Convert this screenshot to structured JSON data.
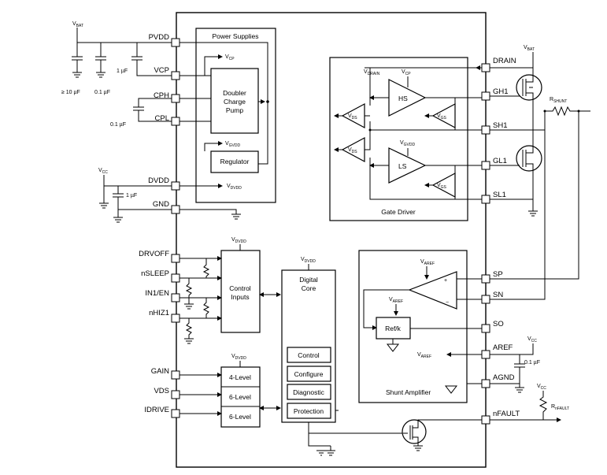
{
  "pins_left": {
    "pvdd": "PVDD",
    "vcp": "VCP",
    "cph": "CPH",
    "cpl": "CPL",
    "dvdd": "DVDD",
    "gnd": "GND",
    "drvoff": "DRVOFF",
    "nsleep": "nSLEEP",
    "in1en": "IN1/EN",
    "nhiz1": "nHIZ1",
    "gain": "GAIN",
    "vds": "VDS",
    "idrive": "IDRIVE"
  },
  "pins_right": {
    "drain": "DRAIN",
    "gh1": "GH1",
    "sh1": "SH1",
    "gl1": "GL1",
    "sl1": "SL1",
    "sp": "SP",
    "sn": "SN",
    "so": "SO",
    "aref": "AREF",
    "agnd": "AGND",
    "nfault": "nFAULT"
  },
  "blocks": {
    "power_supplies": "Power Supplies",
    "doubler_l1": "Doubler",
    "doubler_l2": "Charge",
    "doubler_l3": "Pump",
    "regulator": "Regulator",
    "gate_driver": "Gate Driver",
    "hs": "HS",
    "ls": "LS",
    "control_inputs_l1": "Control",
    "control_inputs_l2": "Inputs",
    "digital_core_l1": "Digital",
    "digital_core_l2": "Core",
    "control": "Control",
    "configure": "Configure",
    "diagnostic": "Diagnostic",
    "protection": "Protection",
    "level4": "4-Level",
    "level6a": "6-Level",
    "level6b": "6-Level",
    "shunt_amplifier": "Shunt Amplifier",
    "refk": "Ref/k"
  },
  "caps": {
    "c_10u": "≥ 10 µF",
    "c_01u": "0.1 µF",
    "c_1u_vcp": "1 µF",
    "c_01u_cp": "0.1 µF",
    "c_1u_dvdd": "1 µF",
    "c_01u_aref": "0.1 µF"
  },
  "signals": {
    "v": "V",
    "bat": "BAT",
    "cp": "CP",
    "gvdd": "GVDD",
    "dvdd": "DVDD",
    "cc": "CC",
    "drain": "DRAIN",
    "ds": "DS",
    "gs": "GS",
    "aref": "AREF",
    "rshunt_r": "R",
    "rshunt_s": "SHUNT",
    "rnfault_r": "R",
    "rnfault_s": "nFAULT"
  }
}
